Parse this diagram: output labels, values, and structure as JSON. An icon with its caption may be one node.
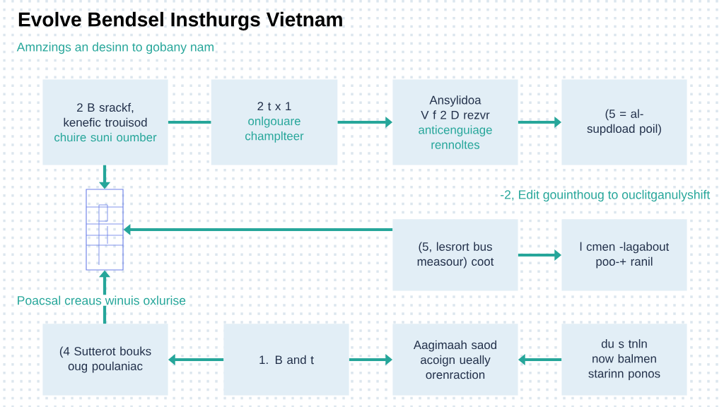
{
  "diagram": {
    "title": "Evolve Bendsel Insthurgs Vietnam",
    "nodes": [
      {
        "text": [
          "2 B srackf,",
          "kenefic trouisod",
          "chuire suni oumber"
        ]
      },
      {
        "text": [
          "2 t x 1",
          "onlgouare champlteer"
        ]
      },
      {
        "text": [
          "Ansylidoa",
          "V f 2 D rezvr",
          "anticenguiage rennoltes"
        ]
      },
      {
        "text": [
          "(5 = al-supdload poil)"
        ]
      },
      {
        "text": [],
        "shape": "picture"
      },
      {
        "text": [
          "(5, lesrort bus measour) coot"
        ]
      },
      {
        "text": [
          "l cmen -lagabout poo-+ ranil"
        ]
      },
      {
        "text": [
          "(4 Sutterot bouks oug poulaniac"
        ]
      },
      {
        "text": [
          "1. B and t"
        ]
      },
      {
        "text": [
          "Aagimaah saod acoign ueally orenraction"
        ]
      },
      {
        "text": [
          "du s tnln now balmen starinn ponos"
        ]
      }
    ],
    "edges": [
      {
        "from": 0,
        "to": 1,
        "arrow": "none"
      },
      {
        "from": 1,
        "to": 2,
        "arrow": "to"
      },
      {
        "from": 2,
        "to": 3,
        "arrow": "to"
      },
      {
        "from": 0,
        "to": 4,
        "arrow": "to"
      },
      {
        "from": 5,
        "to": 4,
        "arrow": "to"
      },
      {
        "from": 7,
        "to": 4,
        "arrow": "to"
      },
      {
        "from": 5,
        "to": 6,
        "arrow": "to"
      },
      {
        "from": 8,
        "to": 7,
        "arrow": "to"
      },
      {
        "from": 8,
        "to": 9,
        "arrow": "to"
      },
      {
        "from": 10,
        "to": 9,
        "arrow": "to"
      }
    ],
    "labels": [
      "Amnzings an desinn to gobany nam",
      "-2, Edit gouinthoug to ouclitganulyshift",
      "Poacsal creaus winuis oxlurise"
    ]
  }
}
